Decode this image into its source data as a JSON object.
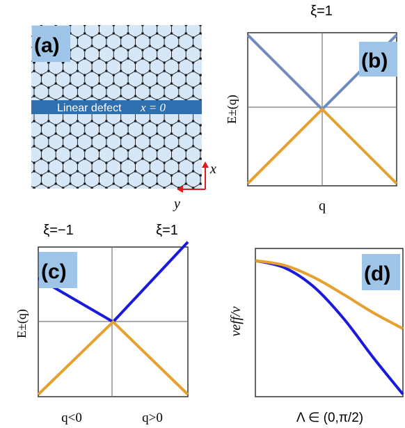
{
  "colors": {
    "lattice_bg": "#d6e7f8",
    "lattice_line": "#1a1a1a",
    "defect_band": "#2e6fb0",
    "defect_text": "#ffffff",
    "badge_bg": "#9ec5e8",
    "axis_arrow": "#e11b1b",
    "frame": "#333333",
    "grid_line": "#777777",
    "orange": "#e6a02e",
    "steel_blue": "#6e8cc0",
    "blue": "#1a1adc"
  },
  "panel_a": {
    "badge": "(a)",
    "defect_label": "Linear defect",
    "defect_equation": "x = 0",
    "axis_x": "x",
    "axis_y": "y"
  },
  "panel_b": {
    "badge": "(b)",
    "title": "ξ=1",
    "ylabel": "E±(q)",
    "xlabel": "q"
  },
  "panel_c": {
    "badge": "(c)",
    "title_left": "ξ=−1",
    "title_right": "ξ=1",
    "ylabel": "E±(q)",
    "xlabel_left": "q<0",
    "xlabel_right": "q>0"
  },
  "panel_d": {
    "badge": "(d)",
    "ylabel": "veff/v",
    "xlabel": "Λ ∈ (0,π/2)"
  },
  "chart_data": [
    {
      "panel": "b",
      "type": "line",
      "title": "ξ=1",
      "xlabel": "q",
      "ylabel": "E±(q)",
      "x": [
        -1,
        0,
        1
      ],
      "series": [
        {
          "values": [
            1,
            0,
            1
          ],
          "color": "#6e8cc0"
        },
        {
          "values": [
            -1,
            0,
            -1
          ],
          "color": "#e6a02e"
        }
      ]
    },
    {
      "panel": "c",
      "type": "line",
      "xlabel": "q<0 | q>0",
      "ylabel": "E±(q)",
      "x": [
        -1,
        0,
        1
      ],
      "series": [
        {
          "values": [
            0.6,
            0,
            1.1
          ],
          "color": "#1a1adc"
        },
        {
          "values": [
            -1,
            0,
            -1
          ],
          "color": "#e6a02e"
        }
      ]
    },
    {
      "panel": "d",
      "type": "line",
      "xlabel": "Λ ∈ (0,π/2)",
      "ylabel": "veff/v",
      "x": [
        0,
        0.2,
        0.4,
        0.6,
        0.8,
        1.0
      ],
      "series": [
        {
          "values": [
            1.0,
            0.94,
            0.78,
            0.52,
            0.2,
            -0.1
          ],
          "color": "#1a1adc"
        },
        {
          "values": [
            1.0,
            0.96,
            0.86,
            0.72,
            0.57,
            0.44
          ],
          "color": "#e6a02e"
        }
      ]
    }
  ]
}
